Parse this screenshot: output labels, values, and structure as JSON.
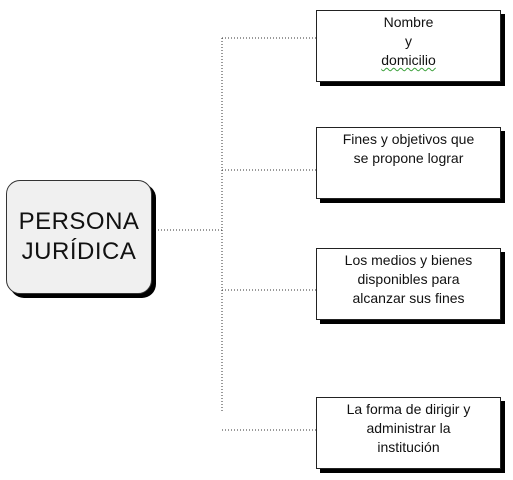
{
  "root": {
    "line1": "PERSONA",
    "line2": "JURÍDICA"
  },
  "nodes": [
    {
      "lines": [
        "Nombre",
        "y",
        "domicilio"
      ]
    },
    {
      "lines": [
        "Fines y objetivos que",
        "se propone lograr"
      ]
    },
    {
      "lines": [
        "Los medios y bienes",
        "disponibles para",
        "alcanzar sus fines"
      ]
    },
    {
      "lines": [
        "La forma de dirigir y",
        "administrar la",
        "institución"
      ]
    }
  ]
}
